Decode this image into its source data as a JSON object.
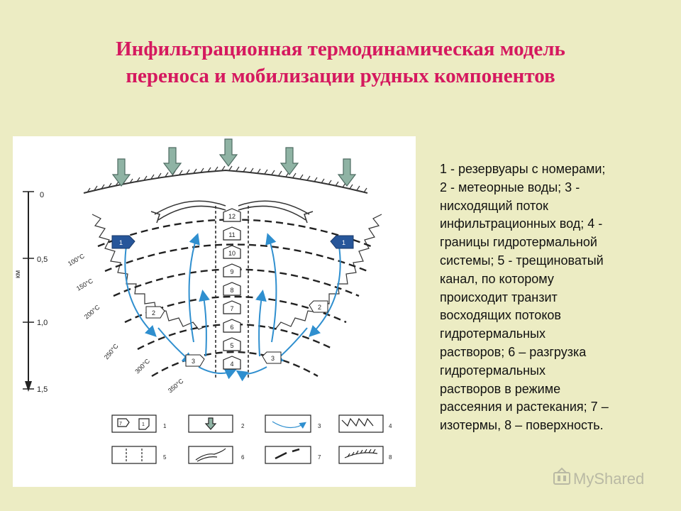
{
  "title": {
    "line1": "Инфильтрационная термодинамическая модель",
    "line2": "переноса и мобилизации рудных компонентов"
  },
  "axis": {
    "unit": "км",
    "ticks": [
      "0",
      "0,5",
      "1,0",
      "1,5"
    ]
  },
  "isotherms": [
    "100°C",
    "150°C",
    "200°C",
    "250°C",
    "300°C",
    "350°C"
  ],
  "reservoirs": {
    "channel": [
      "12",
      "11",
      "10",
      "9",
      "8",
      "7",
      "6",
      "5",
      "4"
    ],
    "side": [
      "1",
      "2",
      "3",
      "1",
      "2",
      "3"
    ]
  },
  "legend_boxes": [
    "1",
    "2",
    "3",
    "4",
    "5",
    "6",
    "7",
    "8"
  ],
  "legend_box_sample": "7",
  "legend_lines": [
    "1 - резервуары с номерами;",
    "2 - метеорные воды; 3 -",
    "нисходящий поток",
    "инфильтрационных вод; 4 -",
    "границы гидротермальной",
    "системы; 5 - трещиноватый",
    "канал, по которому",
    "происходит транзит",
    "восходящих потоков",
    "гидротермальных",
    "растворов; 6 – разгрузка",
    "гидротермальных",
    "растворов в режиме",
    "рассеяния и растекания; 7 –",
    "изотермы,  8 – поверхность."
  ],
  "watermark": "MyShared",
  "colors": {
    "background": "#ececc3",
    "title": "#d5195f",
    "arrow_fill": "#8fb3a4",
    "flow": "#2f8fcf",
    "reservoir": "#27569a"
  }
}
